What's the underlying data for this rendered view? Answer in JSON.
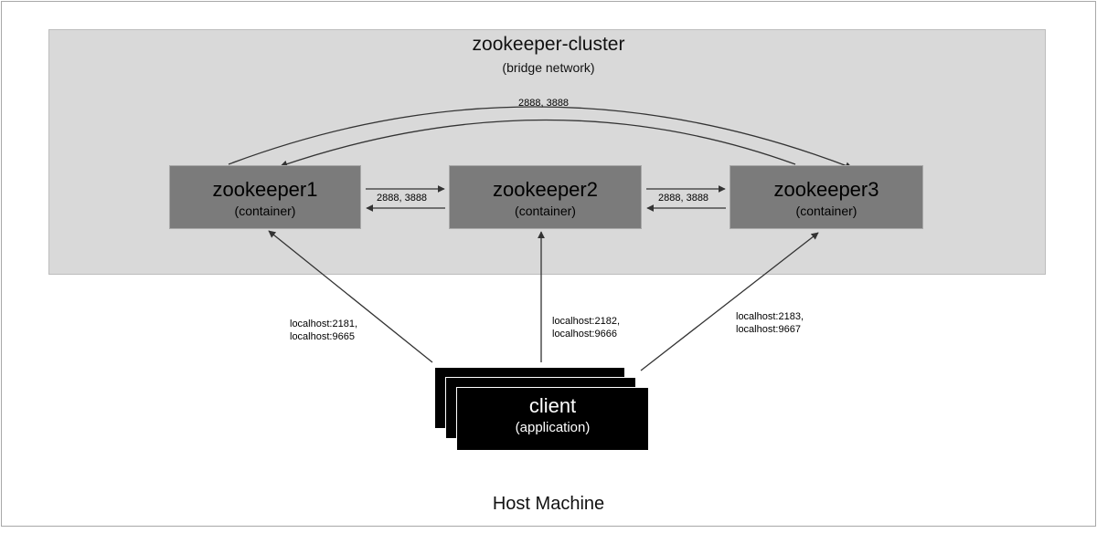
{
  "host": {
    "title": "Host Machine"
  },
  "cluster": {
    "title": "zookeeper-cluster",
    "subtitle": "(bridge network)"
  },
  "nodes": [
    {
      "name": "zookeeper1",
      "kind": "(container)"
    },
    {
      "name": "zookeeper2",
      "kind": "(container)"
    },
    {
      "name": "zookeeper3",
      "kind": "(container)"
    }
  ],
  "client": {
    "name": "client",
    "kind": "(application)"
  },
  "peer_links": {
    "zk1_zk3": "2888, 3888",
    "zk1_zk2": "2888, 3888",
    "zk2_zk3": "2888, 3888"
  },
  "client_links": [
    {
      "line1": "localhost:2181,",
      "line2": "localhost:9665"
    },
    {
      "line1": "localhost:2182,",
      "line2": "localhost:9666"
    },
    {
      "line1": "localhost:2183,",
      "line2": "localhost:9667"
    }
  ],
  "colors": {
    "cluster_bg": "#d9d9d9",
    "node_bg": "#7b7b7b",
    "client_bg": "#000000",
    "line": "#333333"
  }
}
